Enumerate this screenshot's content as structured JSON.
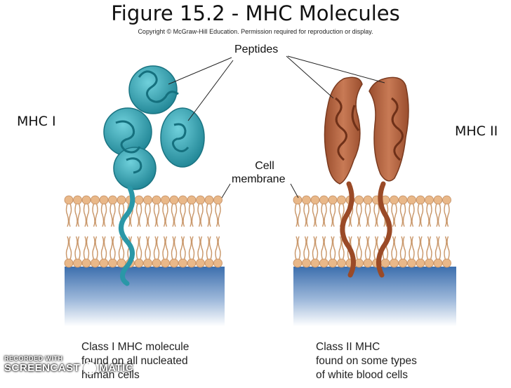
{
  "title": "Figure 15.2 - MHC Molecules",
  "copyright": "Copyright © McGraw-Hill Education. Permission required for reproduction or display.",
  "labels": {
    "peptides": "Peptides",
    "mhc1": "MHC I",
    "mhc2": "MHC II",
    "cell_line1": "Cell",
    "cell_line2": "membrane"
  },
  "captions": {
    "class1": [
      "Class I MHC molecule",
      "found on all nucleated",
      "human cells"
    ],
    "class2": [
      "Class II MHC",
      "found on some types",
      "of white blood cells"
    ]
  },
  "watermark": {
    "line1": "RECORDED WITH",
    "line2a": "SCREENCAST",
    "line2b": "MATIC"
  },
  "colors": {
    "mhc1_fill": "#3aaab8",
    "mhc2_fill": "#b86845",
    "lipid_head": "#e9b889",
    "lipid_tail": "#c9976a",
    "cytoplasm": "#3d6fae"
  }
}
